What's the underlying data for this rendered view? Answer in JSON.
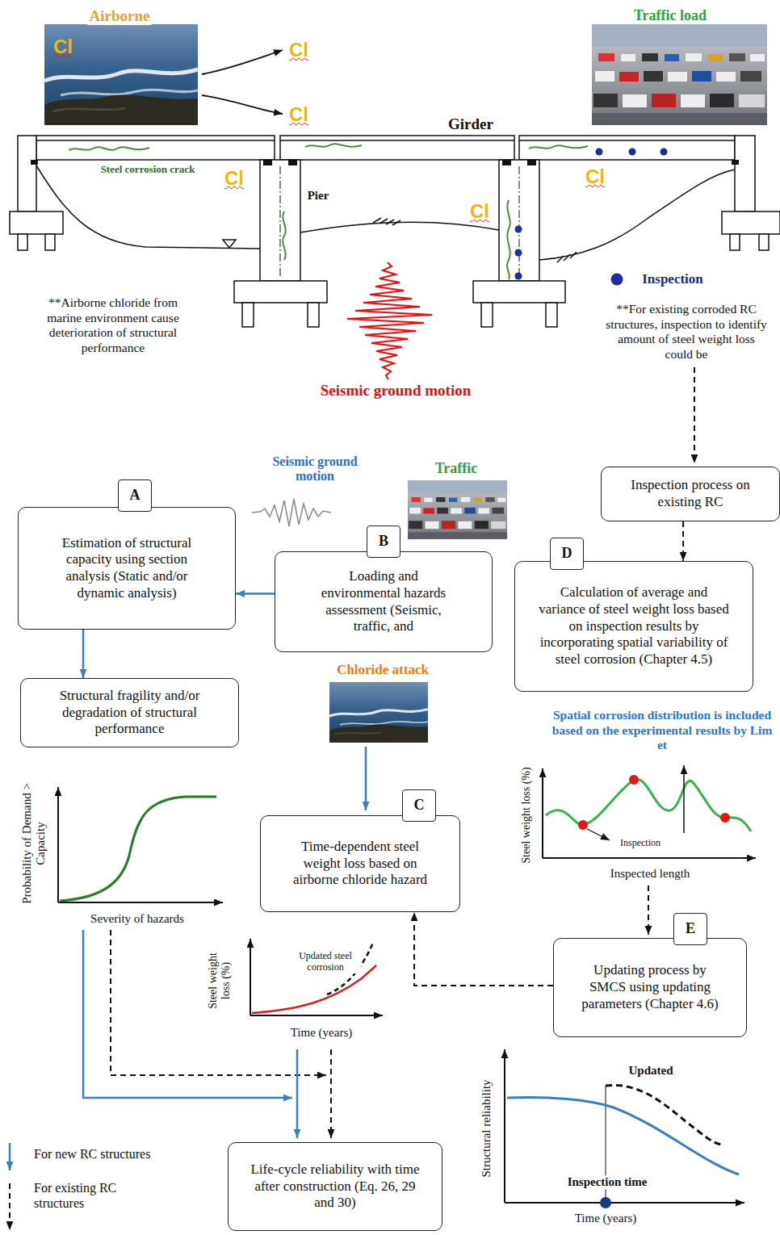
{
  "diagram": {
    "nodes": [
      {
        "text": [
          "A",
          "Estimation of structural capacity using section analysis (Static and/or dynamic analysis)"
        ]
      },
      {
        "text": [
          "B",
          "Loading and environmental hazards assessment (Seismic, traffic, and"
        ]
      },
      {
        "text": [
          "Inspection process on existing RC"
        ]
      },
      {
        "text": [
          "D",
          "Calculation of average and variance of steel weight loss based on inspection results by incorporating spatial variability of steel corrosion (Chapter 4.5)"
        ]
      },
      {
        "text": [
          "Structural fragility and/or degradation of structural performance"
        ]
      },
      {
        "text": [
          "C",
          "Time-dependent steel weight loss based on airborne chloride hazard"
        ]
      },
      {
        "text": [
          "E",
          "Updating process by SMCS using updating parameters (Chapter 4.6)"
        ]
      },
      {
        "text": [
          "Life-cycle reliability with time after construction (Eq. 26, 29 and 30)"
        ]
      }
    ],
    "edges": [
      {
        "from": 1,
        "to": 0,
        "arrow": "to"
      },
      {
        "from": 0,
        "to": 4,
        "arrow": "to"
      },
      {
        "from": 2,
        "to": 3,
        "arrow": "to"
      },
      {
        "from": 6,
        "to": 5,
        "arrow": "to"
      }
    ],
    "labels": [
      "Airborne",
      "Cl",
      "Cl",
      "Cl",
      "Traffic load",
      "Girder",
      "Steel corrosion crack",
      "Cl",
      "Pier",
      "Cl",
      "Cl",
      "Inspection",
      "**Airborne chloride from marine environment cause deterioration of structural performance",
      "**For existing corroded RC structures, inspection to identify amount of steel weight loss could be",
      "Seismic ground motion",
      "Seismic ground motion",
      "Traffic",
      "Chloride attack",
      "Spatial corrosion distribution is included based on the experimental results by Lim et",
      "Probability of Demand > Capacity",
      "Severity of hazards",
      "Steel weight loss (%)",
      "Inspection",
      "Inspected length",
      "Steel weight loss (%)",
      "Updated steel corrosion",
      "Time (years)",
      "Updated",
      "Structural reliability",
      "Inspection time",
      "Time (years)"
    ],
    "legend": [
      {
        "text": "For new RC structures"
      },
      {
        "text": "For existing RC structures"
      }
    ]
  }
}
